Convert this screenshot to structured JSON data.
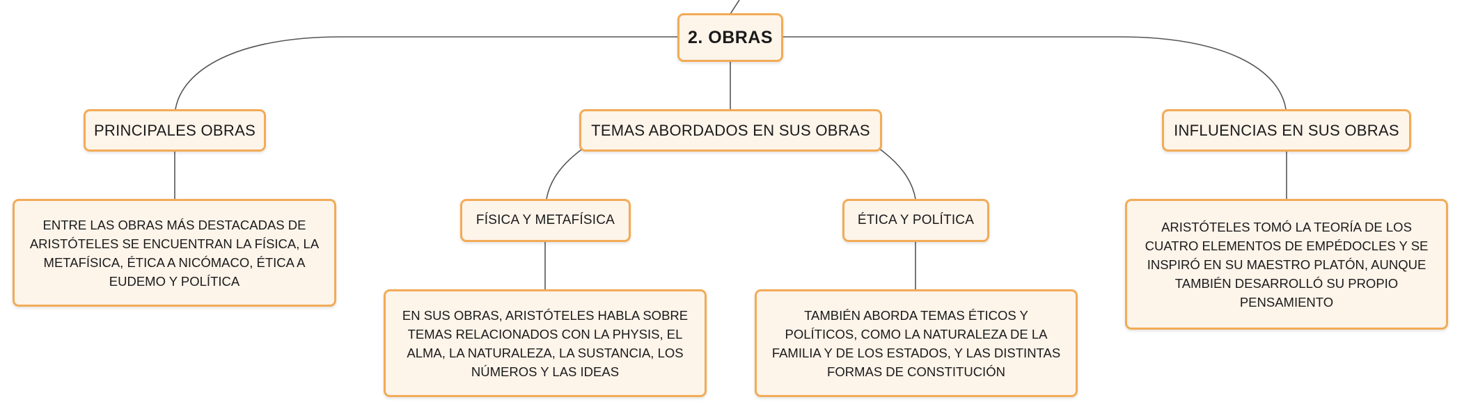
{
  "root": {
    "label": "2. OBRAS"
  },
  "principales": {
    "label": "PRINCIPALES OBRAS",
    "description": "ENTRE LAS OBRAS MÁS DESTACADAS DE ARISTÓTELES SE ENCUENTRAN LA FÍSICA, LA METAFÍSICA, ÉTICA A NICÓMACO, ÉTICA A EUDEMO Y POLÍTICA"
  },
  "temas": {
    "label": "TEMAS ABORDADOS EN SUS OBRAS",
    "fisica": {
      "label": "FÍSICA Y METAFÍSICA",
      "description": "EN SUS OBRAS, ARISTÓTELES HABLA SOBRE TEMAS RELACIONADOS CON LA PHYSIS, EL ALMA, LA NATURALEZA, LA SUSTANCIA, LOS NÚMEROS Y LAS IDEAS"
    },
    "etica": {
      "label": "ÉTICA Y POLÍTICA",
      "description": "TAMBIÉN ABORDA TEMAS ÉTICOS Y POLÍTICOS, COMO LA NATURALEZA DE LA FAMILIA Y DE LOS ESTADOS, Y LAS DISTINTAS FORMAS DE CONSTITUCIÓN"
    }
  },
  "influencias": {
    "label": "INFLUENCIAS EN SUS OBRAS",
    "description": "ARISTÓTELES TOMÓ LA TEORÍA DE LOS CUATRO ELEMENTOS DE EMPÉDOCLES Y SE INSPIRÓ EN SU MAESTRO PLATÓN, AUNQUE TAMBIÉN DESARROLLÓ SU PROPIO PENSAMIENTO"
  },
  "colors": {
    "node_fill": "#fdf4ea",
    "node_border": "#f2ab56",
    "connector": "#555555",
    "text": "#1a1a1a"
  }
}
